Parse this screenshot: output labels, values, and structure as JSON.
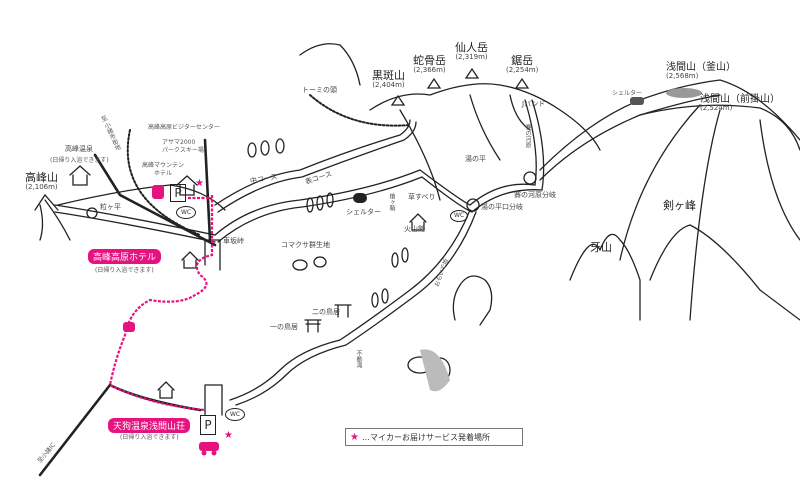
{
  "peaks": {
    "takamine": {
      "name": "高峰山",
      "elev": "(2,106m)"
    },
    "kurofu": {
      "name": "黒斑山",
      "elev": "(2,404m)"
    },
    "jakotsu": {
      "name": "蛇骨岳",
      "elev": "(2,366m)"
    },
    "sennin": {
      "name": "仙人岳",
      "elev": "(2,319m)"
    },
    "nokogiri": {
      "name": "鋸岳",
      "elev": "(2,254m)"
    },
    "kamayama": {
      "name": "浅間山（釜山）",
      "elev": "(2,568m)"
    },
    "maekake": {
      "name": "浅間山（前掛山）",
      "elev": "(2,524m)"
    },
    "kengamine": {
      "name": "剣ヶ峰"
    },
    "kibayama": {
      "name": "牙山"
    }
  },
  "places": {
    "takamine_onsen": "高峰温泉",
    "takamine_onsen_note": "(日帰り入浴できます)",
    "to_city": "至 小諸市街地",
    "visitor_center": "高峰高原ビジターセンター",
    "ski_1": "アサマ2000",
    "ski_2": "パークスキー場",
    "mountain_hotel_1": "高峰マウンテン",
    "mountain_hotel_2": "ホテル",
    "tsubugadaira": "粒ヶ平",
    "kurumazaka": "車坂峠",
    "kogen_hotel": "高峰高原ホテル",
    "kogen_hotel_note": "(日帰り入浴できます)",
    "sanso": "天狗温泉浅間山荘",
    "sanso_note": "(日帰り入浴できます)",
    "to_ic": "至小諸IC",
    "naka_course": "中コース",
    "omote_course": "表コース",
    "shelter_1": "シェルター",
    "yarigasaya": "槍ヶ鞘",
    "kusasuberi": "草すべり",
    "komakusa": "コマクサ群生地",
    "kazankan": "火山館",
    "yunotaira": "湯の平",
    "yunotaira_junction": "湯の平口分岐",
    "sainokawara_junction": "賽の河原分岐",
    "sainokawara": "賽の河原",
    "jband": "Jバンド",
    "slope": "おもいで坂",
    "ninotorii": "二の鳥居",
    "ichinotorii": "一の鳥居",
    "fudotaki": "不動滝",
    "tomi": "トーミの頭",
    "shelter_2": "シェルター"
  },
  "icons": {
    "wc": "WC",
    "parking": "P"
  },
  "legend": {
    "star": "★",
    "text": "…マイカーお届けサービス発着場所"
  },
  "colors": {
    "accent": "#e6127f",
    "ink": "#222222"
  }
}
